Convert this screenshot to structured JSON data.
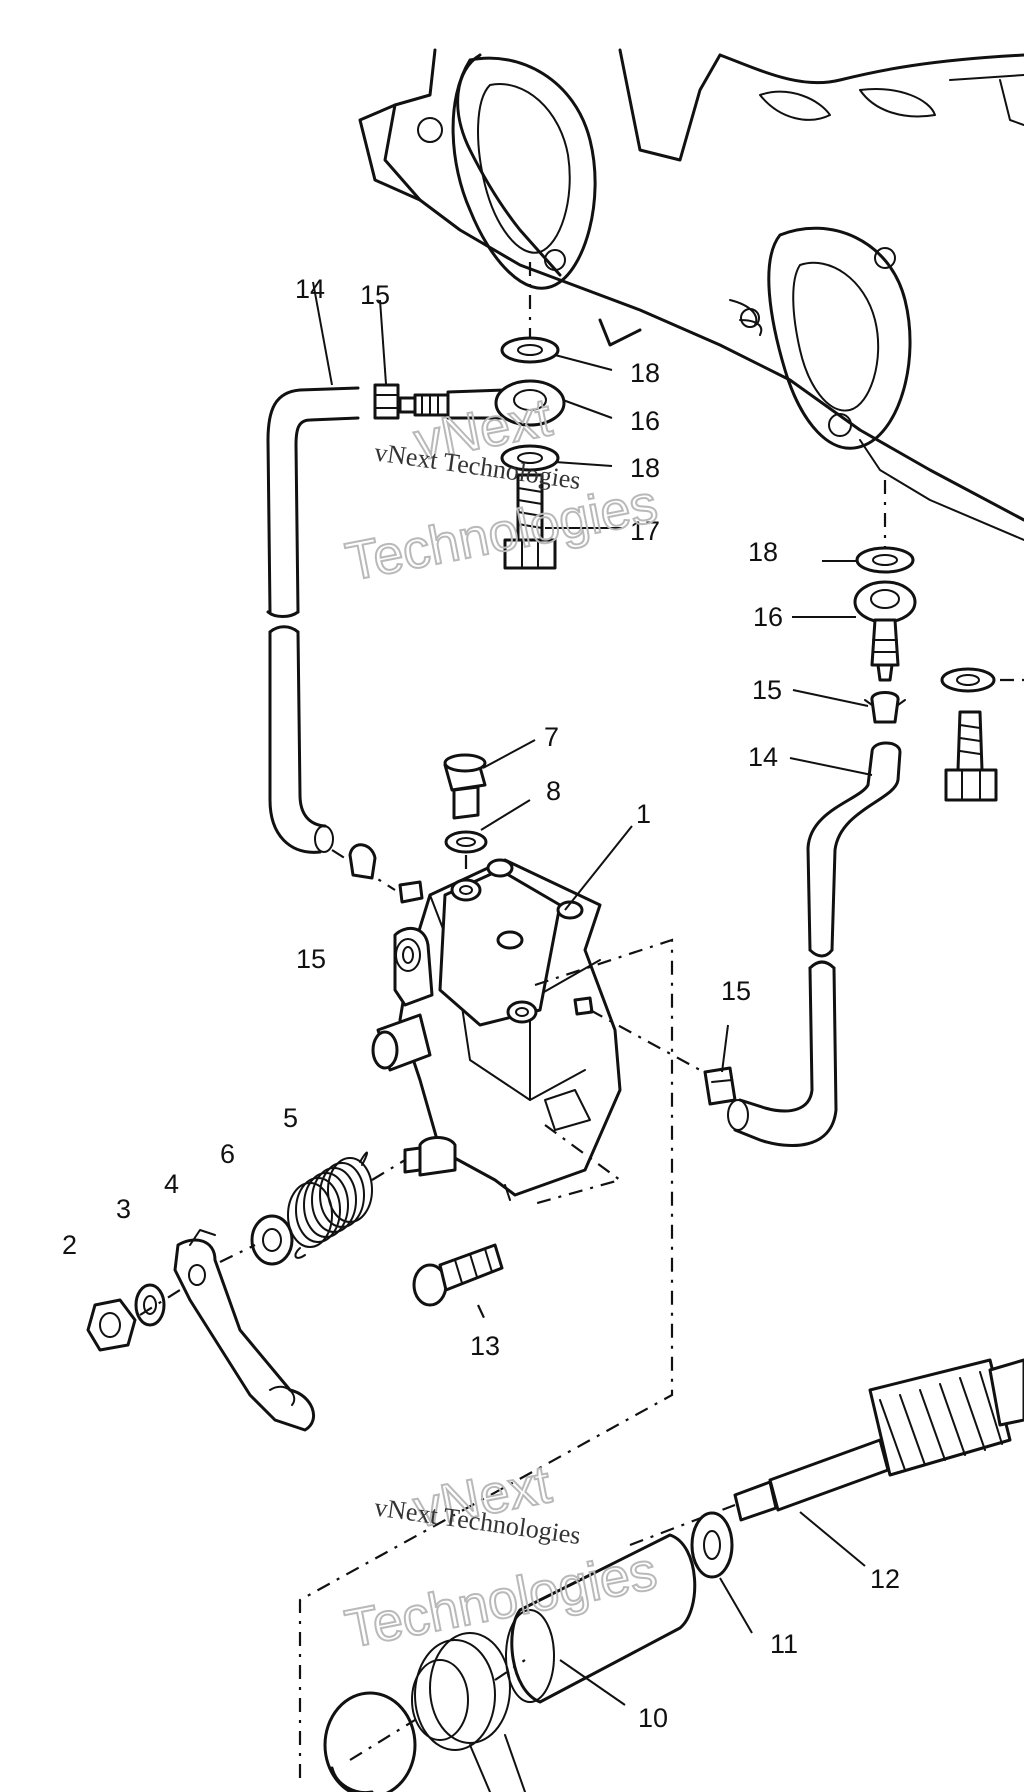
{
  "callouts": {
    "p1": "1",
    "p2": "2",
    "p3": "3",
    "p4": "4",
    "p5": "5",
    "p6": "6",
    "p7": "7",
    "p8": "8",
    "p10": "10",
    "p11": "11",
    "p12": "12",
    "p13": "13",
    "p14a": "14",
    "p14b": "14",
    "p15a": "15",
    "p15b": "15",
    "p15c": "15",
    "p15d": "15",
    "p16a": "16",
    "p16b": "16",
    "p17": "17",
    "p18a": "18",
    "p18b": "18",
    "p18c": "18"
  },
  "watermark": {
    "line_small": "vNext Technologies",
    "line_big_top": "vNext",
    "line_big_bottom": "Technologies"
  }
}
